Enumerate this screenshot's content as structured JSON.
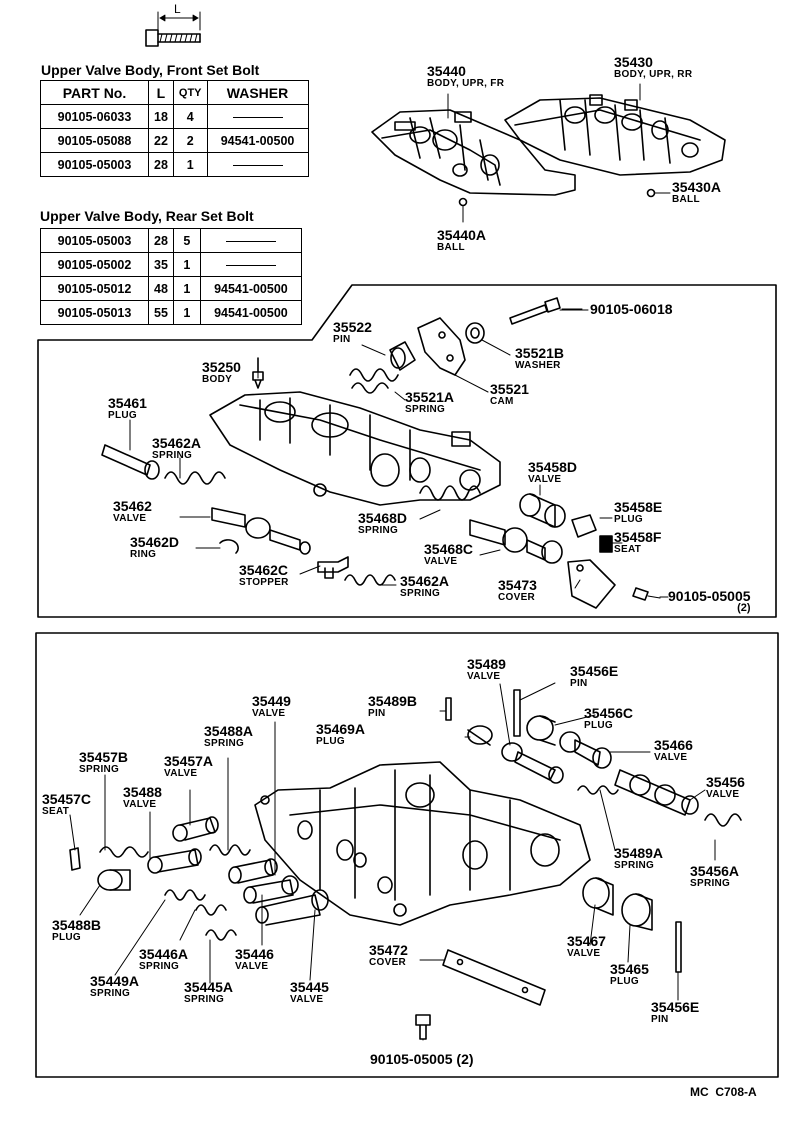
{
  "front_table": {
    "title": "Upper Valve Body, Front Set Bolt",
    "headers": [
      "PART No.",
      "L",
      "QTY",
      "WASHER"
    ],
    "rows": [
      [
        "90105-06033",
        "18",
        "4",
        ""
      ],
      [
        "90105-05088",
        "22",
        "2",
        "94541-00500"
      ],
      [
        "90105-05003",
        "28",
        "1",
        ""
      ]
    ]
  },
  "rear_table": {
    "title": "Upper Valve Body, Rear Set Bolt",
    "rows": [
      [
        "90105-05003",
        "28",
        "5",
        ""
      ],
      [
        "90105-05002",
        "35",
        "1",
        ""
      ],
      [
        "90105-05012",
        "48",
        "1",
        "94541-00500"
      ],
      [
        "90105-05013",
        "55",
        "1",
        "94541-00500"
      ]
    ]
  },
  "bolt_dimension_label": "L",
  "labels": [
    {
      "id": "p35440",
      "pn": "35440",
      "name": "BODY, UPR, FR"
    },
    {
      "id": "p35430",
      "pn": "35430",
      "name": "BODY, UPR, RR"
    },
    {
      "id": "p35430a",
      "pn": "35430A",
      "name": "BALL"
    },
    {
      "id": "p35440a",
      "pn": "35440A",
      "name": "BALL"
    },
    {
      "id": "b06018",
      "pn": "90105-06018",
      "name": ""
    },
    {
      "id": "p35522",
      "pn": "35522",
      "name": "PIN"
    },
    {
      "id": "p35521b",
      "pn": "35521B",
      "name": "WASHER"
    },
    {
      "id": "p35250",
      "pn": "35250",
      "name": "BODY"
    },
    {
      "id": "p35521a",
      "pn": "35521A",
      "name": "SPRING"
    },
    {
      "id": "p35521",
      "pn": "35521",
      "name": "CAM"
    },
    {
      "id": "p35461",
      "pn": "35461",
      "name": "PLUG"
    },
    {
      "id": "p35462a1",
      "pn": "35462A",
      "name": "SPRING"
    },
    {
      "id": "p35458d",
      "pn": "35458D",
      "name": "VALVE"
    },
    {
      "id": "p35458e",
      "pn": "35458E",
      "name": "PLUG"
    },
    {
      "id": "p35462",
      "pn": "35462",
      "name": "VALVE"
    },
    {
      "id": "p35468d",
      "pn": "35468D",
      "name": "SPRING"
    },
    {
      "id": "p35458f",
      "pn": "35458F",
      "name": "SEAT"
    },
    {
      "id": "p35462d",
      "pn": "35462D",
      "name": "RING"
    },
    {
      "id": "p35468c",
      "pn": "35468C",
      "name": "VALVE"
    },
    {
      "id": "p35462c",
      "pn": "35462C",
      "name": "STOPPER"
    },
    {
      "id": "p35462a2",
      "pn": "35462A",
      "name": "SPRING"
    },
    {
      "id": "p35473",
      "pn": "35473",
      "name": "COVER"
    },
    {
      "id": "b05005a",
      "pn": "90105-05005",
      "name": "",
      "qty": "(2)"
    },
    {
      "id": "p35489",
      "pn": "35489",
      "name": "VALVE"
    },
    {
      "id": "p35456e1",
      "pn": "35456E",
      "name": "PIN"
    },
    {
      "id": "p35449",
      "pn": "35449",
      "name": "VALVE"
    },
    {
      "id": "p35489b",
      "pn": "35489B",
      "name": "PIN"
    },
    {
      "id": "p35488a",
      "pn": "35488A",
      "name": "SPRING"
    },
    {
      "id": "p35469a",
      "pn": "35469A",
      "name": "PLUG"
    },
    {
      "id": "p35456c",
      "pn": "35456C",
      "name": "PLUG"
    },
    {
      "id": "p35457b",
      "pn": "35457B",
      "name": "SPRING"
    },
    {
      "id": "p35457a",
      "pn": "35457A",
      "name": "VALVE"
    },
    {
      "id": "p35466",
      "pn": "35466",
      "name": "VALVE"
    },
    {
      "id": "p35457c",
      "pn": "35457C",
      "name": "SEAT"
    },
    {
      "id": "p35488",
      "pn": "35488",
      "name": "VALVE"
    },
    {
      "id": "p35456",
      "pn": "35456",
      "name": "VALVE"
    },
    {
      "id": "p35489a",
      "pn": "35489A",
      "name": "SPRING"
    },
    {
      "id": "p35456a",
      "pn": "35456A",
      "name": "SPRING"
    },
    {
      "id": "p35488b",
      "pn": "35488B",
      "name": "PLUG"
    },
    {
      "id": "p35467",
      "pn": "35467",
      "name": "VALVE"
    },
    {
      "id": "p35446a",
      "pn": "35446A",
      "name": "SPRING"
    },
    {
      "id": "p35446",
      "pn": "35446",
      "name": "VALVE"
    },
    {
      "id": "p35472",
      "pn": "35472",
      "name": "COVER"
    },
    {
      "id": "p35465",
      "pn": "35465",
      "name": "PLUG"
    },
    {
      "id": "p35449a",
      "pn": "35449A",
      "name": "SPRING"
    },
    {
      "id": "p35445a",
      "pn": "35445A",
      "name": "SPRING"
    },
    {
      "id": "p35445",
      "pn": "35445",
      "name": "VALVE"
    },
    {
      "id": "p35456e2",
      "pn": "35456E",
      "name": "PIN"
    },
    {
      "id": "b05005b",
      "pn": "90105-05005 (2)",
      "name": ""
    }
  ],
  "figure_code": "MC  C708-A"
}
